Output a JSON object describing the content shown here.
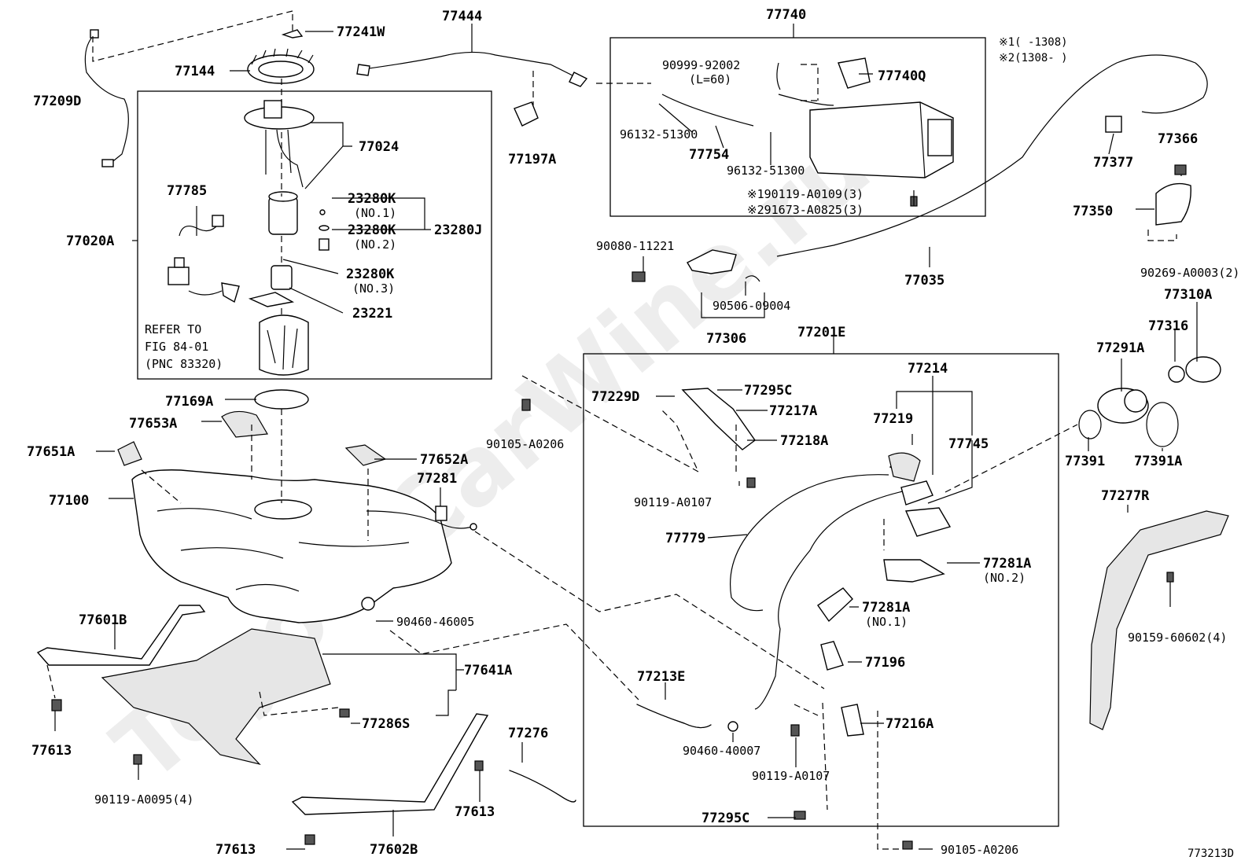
{
  "watermark": "ToyotaCarWine.ru",
  "figure_code": "773213D",
  "notes": {
    "n1": "※1(   -1308)",
    "n2": "※2(1308-   )"
  },
  "labels": {
    "p77241W": "77241W",
    "p77444": "77444",
    "p77740": "77740",
    "p77144": "77144",
    "p77209D": "77209D",
    "p77024": "77024",
    "p77785": "77785",
    "p77020A": "77020A",
    "p23280K_1": "23280K",
    "no1": "(NO.1)",
    "p23280K_2": "23280K",
    "no2": "(NO.2)",
    "p23280J": "23280J",
    "p23280K_3": "23280K",
    "no3": "(NO.3)",
    "p23221": "23221",
    "refer1": "REFER TO",
    "refer2": "FIG 84-01",
    "refer3": "(PNC 83320)",
    "p77197A": "77197A",
    "p90999": "90999-92002",
    "l60": "(L=60)",
    "p77740Q": "77740Q",
    "p96132a": "96132-51300",
    "p77754": "77754",
    "p96132b": "96132-51300",
    "p90119a": "※190119-A0109(3)",
    "p291673": "※291673-A0825(3)",
    "p77377": "77377",
    "p77366": "77366",
    "p77350": "77350",
    "p90269": "90269-A0003(2)",
    "p90080": "90080-11221",
    "p90506": "90506-09004",
    "p77306": "77306",
    "p77035": "77035",
    "p77310A": "77310A",
    "p77316": "77316",
    "p77291A": "77291A",
    "p77391": "77391",
    "p77391A": "77391A",
    "p77201E": "77201E",
    "p77214": "77214",
    "p77169A": "77169A",
    "p77653A": "77653A",
    "p77229D": "77229D",
    "p77295C_1": "77295C",
    "p77217A": "77217A",
    "p77218A": "77218A",
    "p77219": "77219",
    "p77745": "77745",
    "p90105a": "90105-A0206",
    "p77651A": "77651A",
    "p77652A": "77652A",
    "p77281": "77281",
    "p90119b": "90119-A0107",
    "p77100": "77100",
    "p77779": "77779",
    "p77281A_2": "77281A",
    "no2b": "(NO.2)",
    "p77277R": "77277R",
    "p77281A_1": "77281A",
    "no1b": "(NO.1)",
    "p90159": "90159-60602(4)",
    "p77601B": "77601B",
    "p90460a": "90460-46005",
    "p77196": "77196",
    "p77641A": "77641A",
    "p77213E": "77213E",
    "p77613a": "77613",
    "p77286S": "77286S",
    "p77216A": "77216A",
    "p77276": "77276",
    "p90460b": "90460-40007",
    "p90119c": "90119-A0107",
    "p90119d": "90119-A0095(4)",
    "p77613b": "77613",
    "p77295C_2": "77295C",
    "p77613c": "77613",
    "p77602B": "77602B",
    "p90105b": "90105-A0206"
  }
}
